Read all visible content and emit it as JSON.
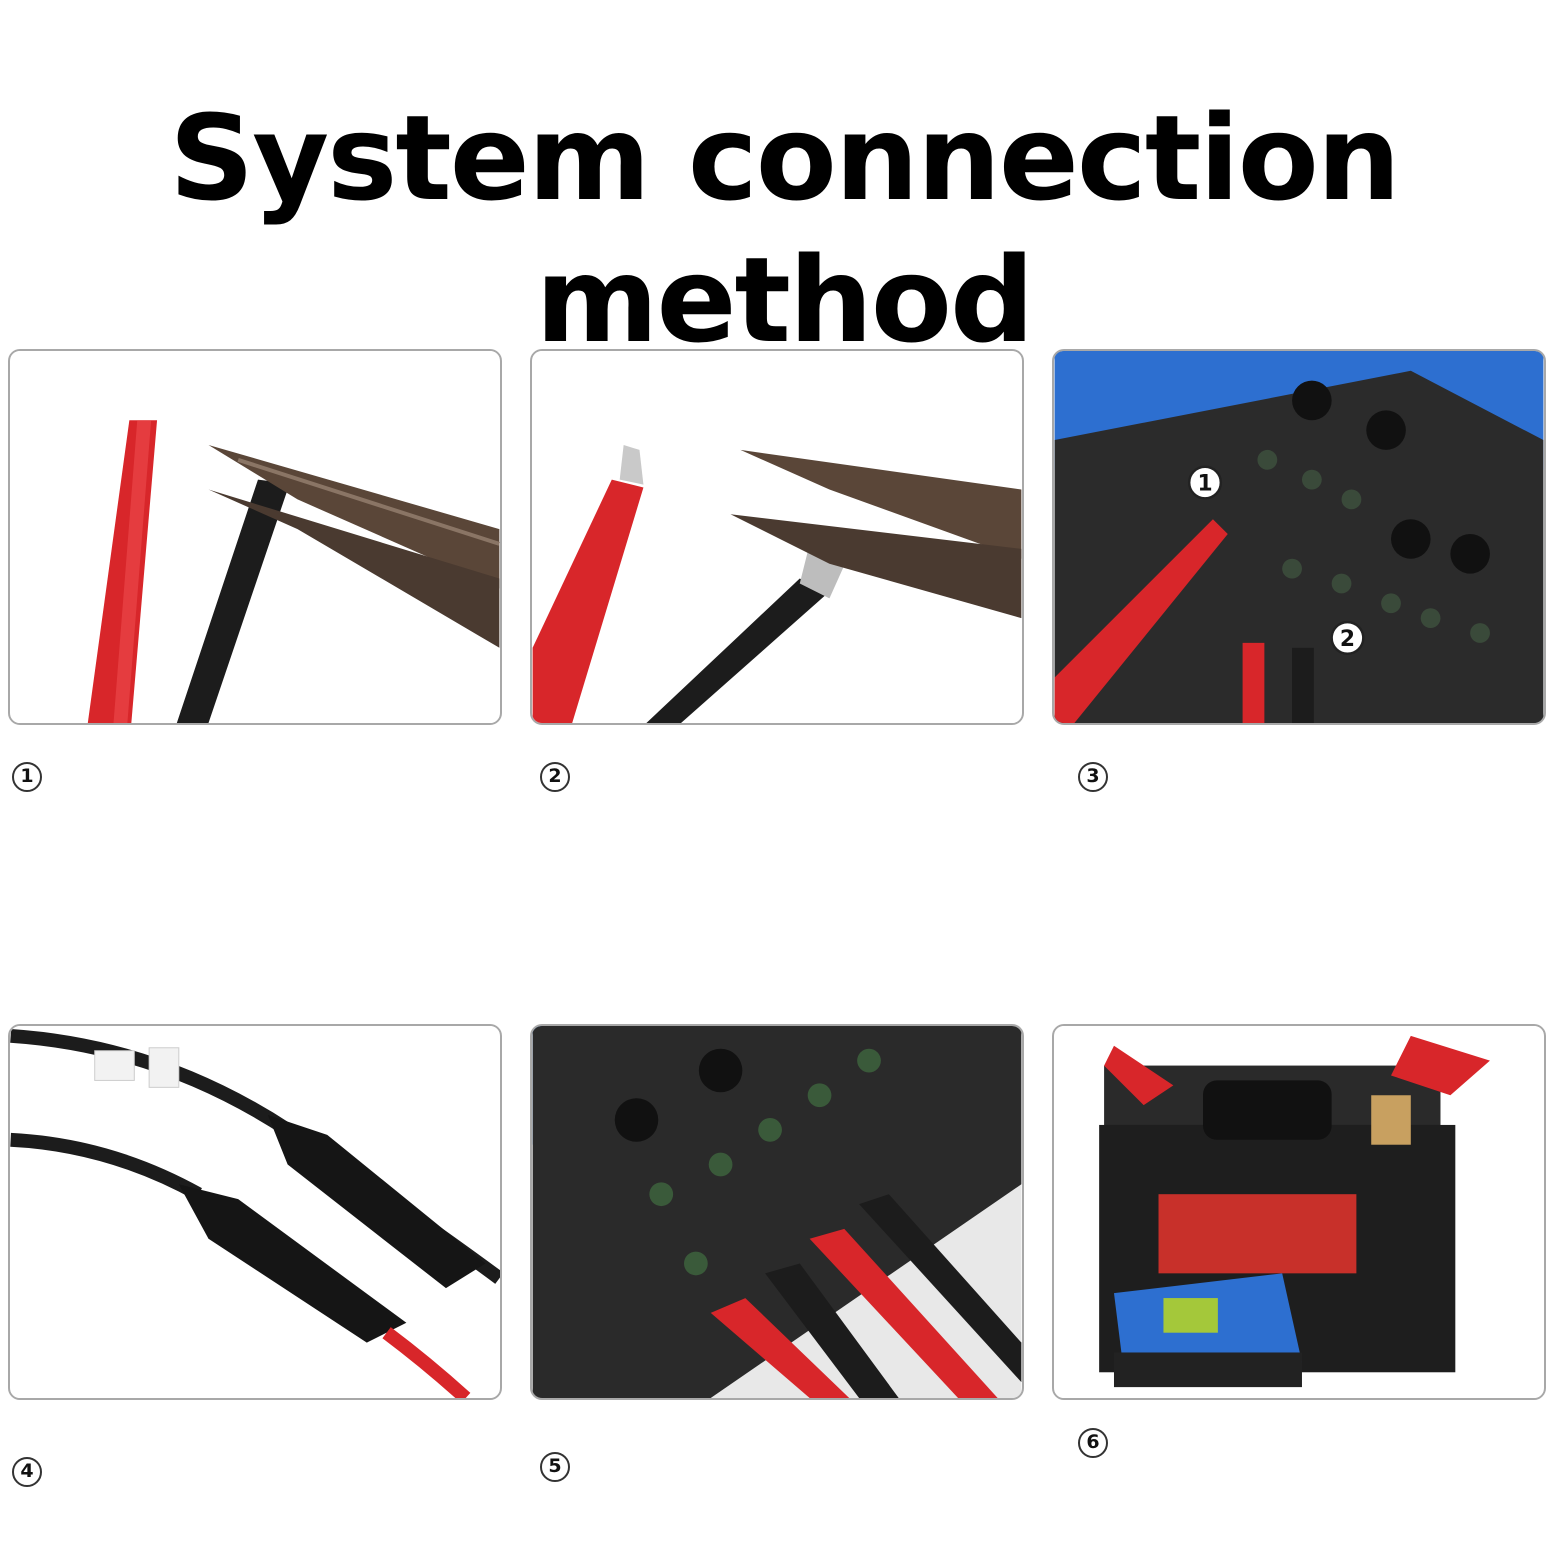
{
  "page": {
    "title": "System connection method"
  },
  "steps": [
    {
      "label": "1",
      "icon": "wire-cutting-photo"
    },
    {
      "label": "2",
      "icon": "wire-stripping-photo"
    },
    {
      "label": "3",
      "icon": "controller-terminal-insert-photo",
      "inner_labels": [
        "1",
        "2"
      ]
    },
    {
      "label": "4",
      "icon": "mc4-connector-photo"
    },
    {
      "label": "5",
      "icon": "controller-wired-photo"
    },
    {
      "label": "6",
      "icon": "battery-and-controller-photo"
    }
  ],
  "colors": {
    "red_wire": "#d8262a",
    "black_wire": "#1c1c1c",
    "controller_blue": "#2d6fd0",
    "plier_metal": "#5a4638"
  }
}
